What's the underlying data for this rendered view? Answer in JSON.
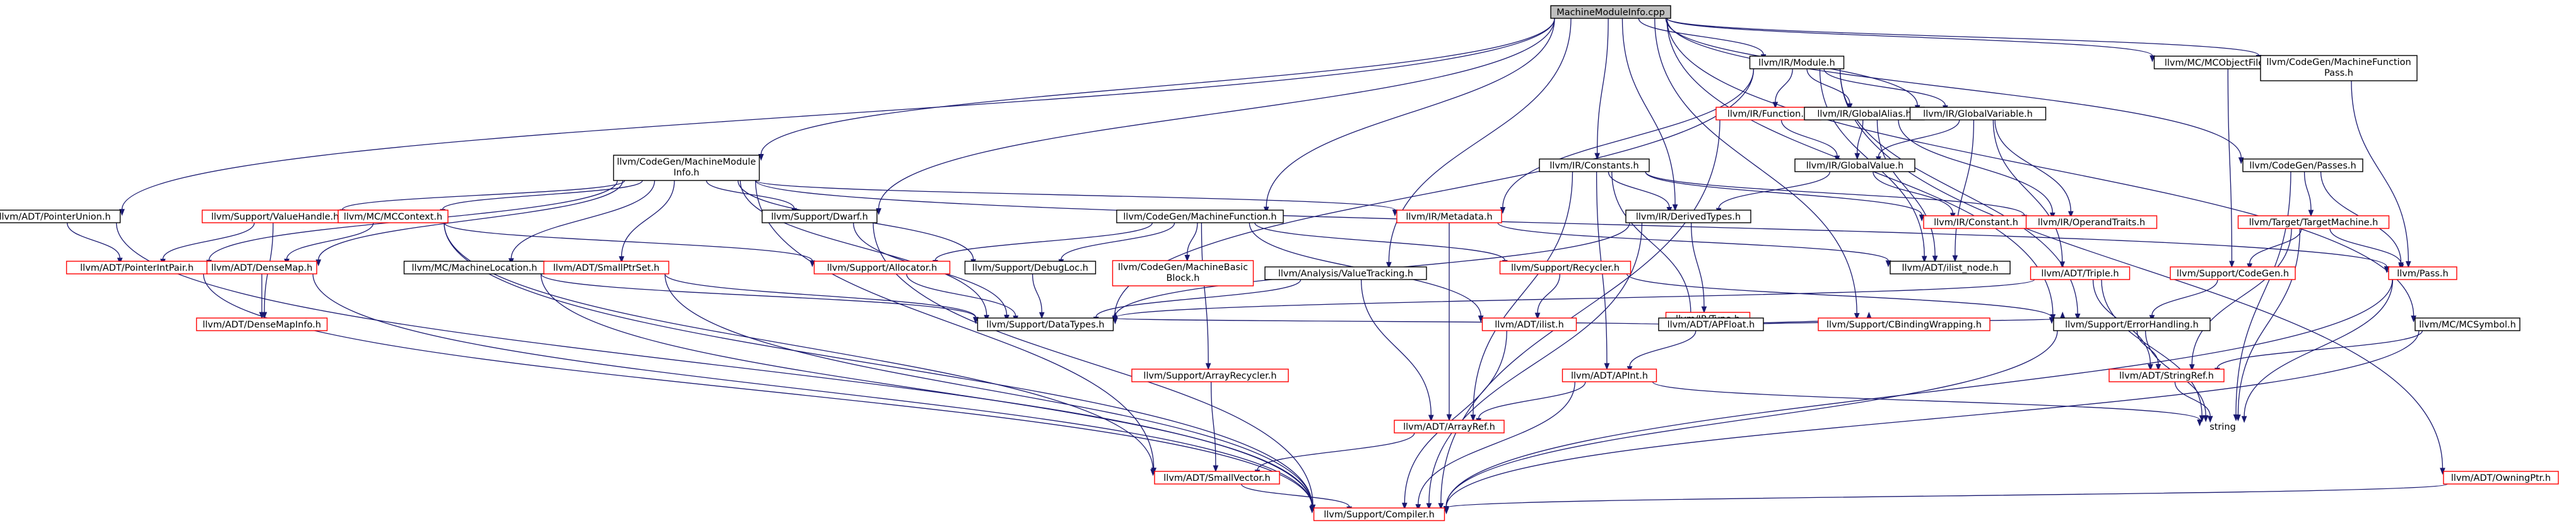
{
  "colors": {
    "root_fill": "#bfbfbf",
    "node_fill": "#ffffff",
    "documented_stroke": "#000000",
    "undocumented_stroke": "#ff0000",
    "text": "#000000",
    "edge": "#191970"
  },
  "nodes": [
    {
      "id": "root",
      "label": [
        "MachineModuleInfo.cpp"
      ],
      "kind": "root"
    },
    {
      "id": "module",
      "label": [
        "llvm/IR/Module.h"
      ],
      "kind": "doc"
    },
    {
      "id": "mcobjfileinfo",
      "label": [
        "llvm/MC/MCObjectFileInfo.h"
      ],
      "kind": "doc"
    },
    {
      "id": "cgmfpass",
      "label": [
        "llvm/CodeGen/MachineFunction",
        "Pass.h"
      ],
      "kind": "doc"
    },
    {
      "id": "function",
      "label": [
        "llvm/IR/Function.h"
      ],
      "kind": "undoc"
    },
    {
      "id": "globalalias",
      "label": [
        "llvm/IR/GlobalAlias.h"
      ],
      "kind": "doc"
    },
    {
      "id": "globalvariable",
      "label": [
        "llvm/IR/GlobalVariable.h"
      ],
      "kind": "doc"
    },
    {
      "id": "globalvalue",
      "label": [
        "llvm/IR/GlobalValue.h"
      ],
      "kind": "doc"
    },
    {
      "id": "mmi",
      "label": [
        "llvm/CodeGen/MachineModule",
        "Info.h"
      ],
      "kind": "doc"
    },
    {
      "id": "constants",
      "label": [
        "llvm/IR/Constants.h"
      ],
      "kind": "doc"
    },
    {
      "id": "cgpasses",
      "label": [
        "llvm/CodeGen/Passes.h"
      ],
      "kind": "doc"
    },
    {
      "id": "pointerunion",
      "label": [
        "llvm/ADT/PointerUnion.h"
      ],
      "kind": "doc"
    },
    {
      "id": "valuehandle",
      "label": [
        "llvm/Support/ValueHandle.h"
      ],
      "kind": "undoc"
    },
    {
      "id": "mccontext",
      "label": [
        "llvm/MC/MCContext.h"
      ],
      "kind": "undoc"
    },
    {
      "id": "dwarf",
      "label": [
        "llvm/Support/Dwarf.h"
      ],
      "kind": "doc"
    },
    {
      "id": "machinefunction",
      "label": [
        "llvm/CodeGen/MachineFunction.h"
      ],
      "kind": "doc"
    },
    {
      "id": "metadata",
      "label": [
        "llvm/IR/Metadata.h"
      ],
      "kind": "undoc"
    },
    {
      "id": "derivedtypes",
      "label": [
        "llvm/IR/DerivedTypes.h"
      ],
      "kind": "doc"
    },
    {
      "id": "irconstant",
      "label": [
        "llvm/IR/Constant.h"
      ],
      "kind": "undoc"
    },
    {
      "id": "operandtraits",
      "label": [
        "llvm/IR/OperandTraits.h"
      ],
      "kind": "undoc"
    },
    {
      "id": "targetmachine",
      "label": [
        "llvm/Target/TargetMachine.h"
      ],
      "kind": "undoc"
    },
    {
      "id": "pointerintpair",
      "label": [
        "llvm/ADT/PointerIntPair.h"
      ],
      "kind": "undoc"
    },
    {
      "id": "mcmachineloc",
      "label": [
        "llvm/MC/MachineLocation.h"
      ],
      "kind": "doc"
    },
    {
      "id": "smallptrset",
      "label": [
        "llvm/ADT/SmallPtrSet.h"
      ],
      "kind": "undoc"
    },
    {
      "id": "densemap",
      "label": [
        "llvm/ADT/DenseMap.h"
      ],
      "kind": "undoc"
    },
    {
      "id": "allocator",
      "label": [
        "llvm/Support/Allocator.h"
      ],
      "kind": "undoc"
    },
    {
      "id": "debugloc",
      "label": [
        "llvm/Support/DebugLoc.h"
      ],
      "kind": "doc"
    },
    {
      "id": "mbb",
      "label": [
        "llvm/CodeGen/MachineBasic",
        "Block.h"
      ],
      "kind": "undoc"
    },
    {
      "id": "recycler",
      "label": [
        "llvm/Support/Recycler.h"
      ],
      "kind": "undoc"
    },
    {
      "id": "valuetracking",
      "label": [
        "llvm/Analysis/ValueTracking.h"
      ],
      "kind": "doc"
    },
    {
      "id": "ilist_node",
      "label": [
        "llvm/ADT/ilist_node.h"
      ],
      "kind": "doc"
    },
    {
      "id": "triple",
      "label": [
        "llvm/ADT/Triple.h"
      ],
      "kind": "undoc"
    },
    {
      "id": "cgsupport",
      "label": [
        "llvm/Support/CodeGen.h"
      ],
      "kind": "undoc"
    },
    {
      "id": "pass",
      "label": [
        "llvm/Pass.h"
      ],
      "kind": "undoc"
    },
    {
      "id": "irtype",
      "label": [
        "llvm/IR/Type.h"
      ],
      "kind": "undoc"
    },
    {
      "id": "densemapinfo",
      "label": [
        "llvm/ADT/DenseMapInfo.h"
      ],
      "kind": "undoc"
    },
    {
      "id": "datatypes",
      "label": [
        "llvm/Support/DataTypes.h"
      ],
      "kind": "doc"
    },
    {
      "id": "ilist",
      "label": [
        "llvm/ADT/ilist.h"
      ],
      "kind": "undoc"
    },
    {
      "id": "apfloat",
      "label": [
        "llvm/ADT/APFloat.h"
      ],
      "kind": "doc"
    },
    {
      "id": "cbinding",
      "label": [
        "llvm/Support/CBindingWrapping.h"
      ],
      "kind": "undoc"
    },
    {
      "id": "errorhandling",
      "label": [
        "llvm/Support/ErrorHandling.h"
      ],
      "kind": "doc"
    },
    {
      "id": "mcsymbol",
      "label": [
        "llvm/MC/MCSymbol.h"
      ],
      "kind": "doc"
    },
    {
      "id": "arrayrecycler",
      "label": [
        "llvm/Support/ArrayRecycler.h"
      ],
      "kind": "undoc"
    },
    {
      "id": "apint",
      "label": [
        "llvm/ADT/APInt.h"
      ],
      "kind": "undoc"
    },
    {
      "id": "stringref",
      "label": [
        "llvm/ADT/StringRef.h"
      ],
      "kind": "undoc"
    },
    {
      "id": "arrayref",
      "label": [
        "llvm/ADT/ArrayRef.h"
      ],
      "kind": "undoc"
    },
    {
      "id": "string",
      "label": [
        "string"
      ],
      "kind": "plain"
    },
    {
      "id": "smallvector",
      "label": [
        "llvm/ADT/SmallVector.h"
      ],
      "kind": "undoc"
    },
    {
      "id": "owningptr",
      "label": [
        "llvm/ADT/OwningPtr.h"
      ],
      "kind": "undoc"
    },
    {
      "id": "compiler",
      "label": [
        "llvm/Support/Compiler.h"
      ],
      "kind": "undoc"
    }
  ],
  "edges": [
    [
      "root",
      "module"
    ],
    [
      "root",
      "mcobjfileinfo"
    ],
    [
      "root",
      "cgmfpass"
    ],
    [
      "root",
      "mmi"
    ],
    [
      "root",
      "constants"
    ],
    [
      "root",
      "cgpasses"
    ],
    [
      "root",
      "pointerunion"
    ],
    [
      "root",
      "dwarf"
    ],
    [
      "root",
      "machinefunction"
    ],
    [
      "root",
      "derivedtypes"
    ],
    [
      "root",
      "globalvariable"
    ],
    [
      "root",
      "valuetracking"
    ],
    [
      "root",
      "mcsymbol"
    ],
    [
      "root",
      "errorhandling"
    ],
    [
      "root",
      "cbinding"
    ],
    [
      "module",
      "function"
    ],
    [
      "module",
      "globalalias"
    ],
    [
      "module",
      "globalvariable"
    ],
    [
      "module",
      "metadata"
    ],
    [
      "module",
      "datatypes"
    ],
    [
      "module",
      "owningptr"
    ],
    [
      "module",
      "ilist_node"
    ],
    [
      "module",
      "errorhandling"
    ],
    [
      "function",
      "globalvalue"
    ],
    [
      "function",
      "compiler"
    ],
    [
      "globalalias",
      "globalvalue"
    ],
    [
      "globalalias",
      "operandtraits"
    ],
    [
      "globalalias",
      "ilist_node"
    ],
    [
      "globalvariable",
      "globalvalue"
    ],
    [
      "globalvariable",
      "operandtraits"
    ],
    [
      "globalvariable",
      "ilist_node"
    ],
    [
      "globalvariable",
      "triple"
    ],
    [
      "globalvalue",
      "derivedtypes"
    ],
    [
      "globalvalue",
      "irconstant"
    ],
    [
      "mcobjfileinfo",
      "cgsupport"
    ],
    [
      "cgmfpass",
      "pass"
    ],
    [
      "cgpasses",
      "targetmachine"
    ],
    [
      "cgpasses",
      "pass"
    ],
    [
      "cgpasses",
      "string"
    ],
    [
      "targetmachine",
      "cgsupport"
    ],
    [
      "targetmachine",
      "pass"
    ],
    [
      "targetmachine",
      "stringref"
    ],
    [
      "targetmachine",
      "string"
    ],
    [
      "cgsupport",
      "errorhandling"
    ],
    [
      "pass",
      "string"
    ],
    [
      "pass",
      "compiler"
    ],
    [
      "mmi",
      "pointerintpair"
    ],
    [
      "mmi",
      "valuehandle"
    ],
    [
      "mmi",
      "mccontext"
    ],
    [
      "mmi",
      "mcmachineloc"
    ],
    [
      "mmi",
      "smallptrset"
    ],
    [
      "mmi",
      "densemap"
    ],
    [
      "mmi",
      "dwarf"
    ],
    [
      "mmi",
      "debugloc"
    ],
    [
      "mmi",
      "metadata"
    ],
    [
      "mmi",
      "datatypes"
    ],
    [
      "mmi",
      "smallvector"
    ],
    [
      "mmi",
      "pass"
    ],
    [
      "pointerunion",
      "pointerintpair"
    ],
    [
      "pointerunion",
      "compiler"
    ],
    [
      "valuehandle",
      "pointerintpair"
    ],
    [
      "valuehandle",
      "densemapinfo"
    ],
    [
      "pointerintpair",
      "compiler"
    ],
    [
      "mccontext",
      "densemap"
    ],
    [
      "mccontext",
      "allocator"
    ],
    [
      "mccontext",
      "smallvector"
    ],
    [
      "mccontext",
      "compiler"
    ],
    [
      "densemap",
      "densemapinfo"
    ],
    [
      "densemap",
      "compiler"
    ],
    [
      "mcmachineloc",
      "datatypes"
    ],
    [
      "mcmachineloc",
      "compiler"
    ],
    [
      "smallptrset",
      "datatypes"
    ],
    [
      "smallptrset",
      "compiler"
    ],
    [
      "allocator",
      "datatypes"
    ],
    [
      "debugloc",
      "datatypes"
    ],
    [
      "dwarf",
      "datatypes"
    ],
    [
      "dwarf",
      "compiler"
    ],
    [
      "machinefunction",
      "allocator"
    ],
    [
      "machinefunction",
      "debugloc"
    ],
    [
      "machinefunction",
      "mbb"
    ],
    [
      "machinefunction",
      "recycler"
    ],
    [
      "machinefunction",
      "arrayrecycler"
    ],
    [
      "machinefunction",
      "ilist"
    ],
    [
      "recycler",
      "ilist"
    ],
    [
      "recycler",
      "errorhandling"
    ],
    [
      "arrayrecycler",
      "smallvector"
    ],
    [
      "valuetracking",
      "datatypes"
    ],
    [
      "valuetracking",
      "arrayref"
    ],
    [
      "metadata",
      "arrayref"
    ],
    [
      "metadata",
      "ilist_node"
    ],
    [
      "constants",
      "derivedtypes"
    ],
    [
      "constants",
      "irconstant"
    ],
    [
      "constants",
      "operandtraits"
    ],
    [
      "constants",
      "apfloat"
    ],
    [
      "constants",
      "apint"
    ],
    [
      "constants",
      "arrayref"
    ],
    [
      "derivedtypes",
      "irtype"
    ],
    [
      "derivedtypes",
      "datatypes"
    ],
    [
      "derivedtypes",
      "compiler"
    ],
    [
      "irtype",
      "datatypes"
    ],
    [
      "irtype",
      "apfloat"
    ],
    [
      "irtype",
      "cbinding"
    ],
    [
      "irtype",
      "errorhandling"
    ],
    [
      "apfloat",
      "apint"
    ],
    [
      "apint",
      "arrayref"
    ],
    [
      "apint",
      "compiler"
    ],
    [
      "apint",
      "string"
    ],
    [
      "arrayref",
      "smallvector"
    ],
    [
      "smallvector",
      "compiler"
    ],
    [
      "ilist",
      "compiler"
    ],
    [
      "triple",
      "stringref"
    ],
    [
      "triple",
      "datatypes"
    ],
    [
      "triple",
      "string"
    ],
    [
      "errorhandling",
      "stringref"
    ],
    [
      "errorhandling",
      "compiler"
    ],
    [
      "errorhandling",
      "string"
    ],
    [
      "stringref",
      "string"
    ],
    [
      "mcsymbol",
      "stringref"
    ],
    [
      "mcsymbol",
      "compiler"
    ],
    [
      "owningptr",
      "compiler"
    ]
  ]
}
